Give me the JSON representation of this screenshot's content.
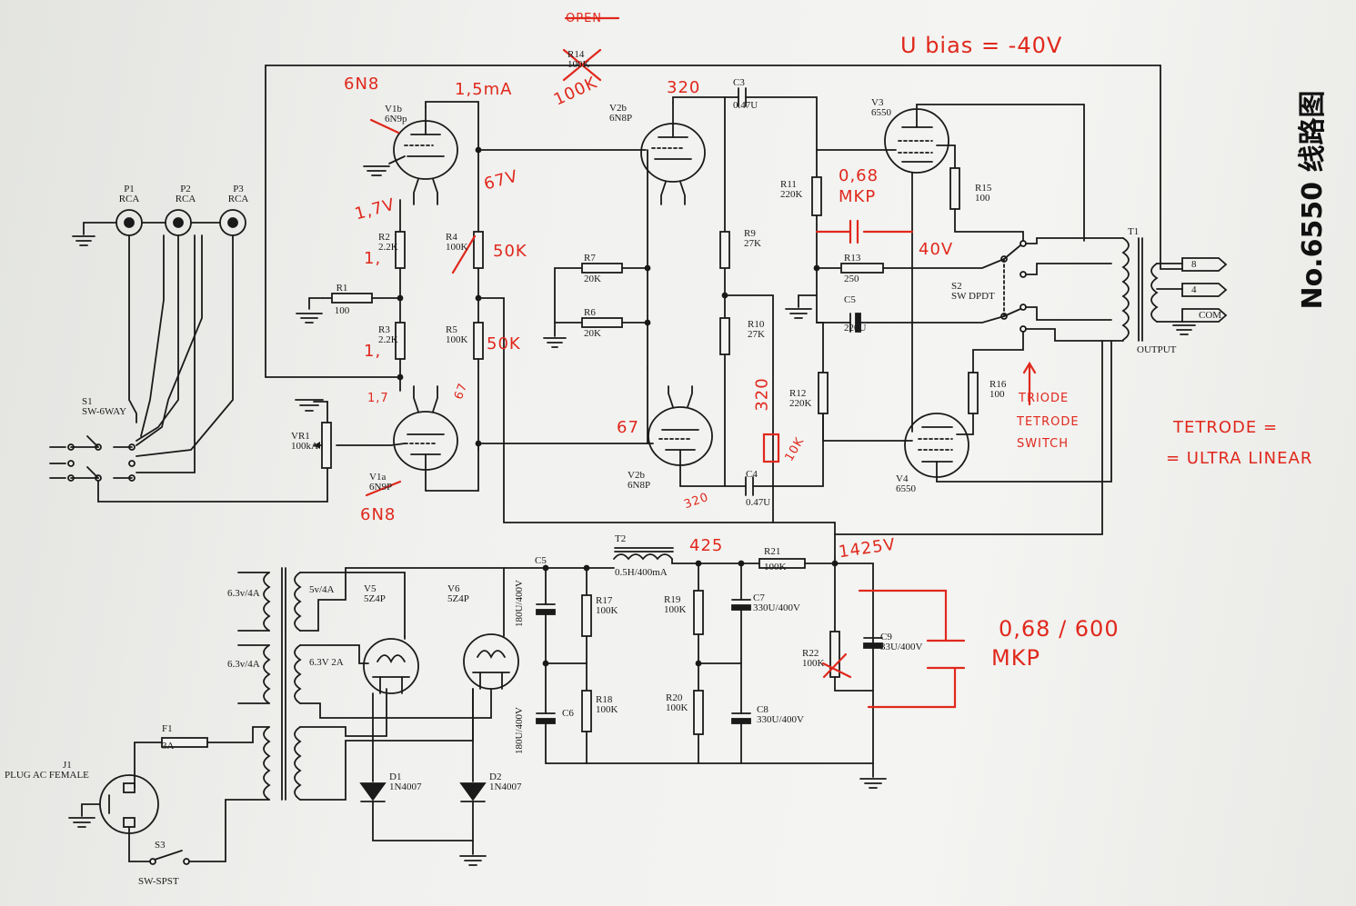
{
  "title": "No.6550 线路图",
  "components": {
    "P1": [
      "P1",
      "RCA"
    ],
    "P2": [
      "P2",
      "RCA"
    ],
    "P3": [
      "P3",
      "RCA"
    ],
    "S1": [
      "S1",
      "SW-6WAY"
    ],
    "VR1": [
      "VR1",
      "100kA"
    ],
    "R1": [
      "R1",
      "100"
    ],
    "R2": [
      "R2",
      "2.2K"
    ],
    "R3": [
      "R3",
      "2.2K"
    ],
    "R4": [
      "R4",
      "100K"
    ],
    "R5": [
      "R5",
      "100K"
    ],
    "R7": [
      "R7",
      "20K"
    ],
    "R6": [
      "R6",
      "20K"
    ],
    "R9": [
      "R9",
      "27K"
    ],
    "R10": [
      "R10",
      "27K"
    ],
    "R11": [
      "R11",
      "220K"
    ],
    "R12": [
      "R12",
      "220K"
    ],
    "R13": [
      "R13",
      "250"
    ],
    "R14": [
      "R14",
      "100K"
    ],
    "R15": [
      "R15",
      "100"
    ],
    "R16": [
      "R16",
      "100"
    ],
    "R17": [
      "R17",
      "100K"
    ],
    "R18": [
      "R18",
      "100K"
    ],
    "R19": [
      "R19",
      "100K"
    ],
    "R20": [
      "R20",
      "100K"
    ],
    "R21": [
      "R21",
      "100K"
    ],
    "R22": [
      "R22",
      "100K"
    ],
    "C3": [
      "C3",
      "0.47U"
    ],
    "C4": [
      "C4",
      "0.47U"
    ],
    "C5a": [
      "C5",
      "220U"
    ],
    "C5b": [
      "C5",
      "180U/400V"
    ],
    "C6": [
      "C6",
      "180U/400V"
    ],
    "C7": [
      "C7",
      "330U/400V"
    ],
    "C8": [
      "C8",
      "330U/400V"
    ],
    "C9": [
      "C9",
      "33U/400V"
    ],
    "V1b": [
      "V1b",
      "6N9p"
    ],
    "V1a": [
      "V1a",
      "6N9P"
    ],
    "V2b_top": [
      "V2b",
      "6N8P"
    ],
    "V2b_bot": [
      "V2b",
      "6N8P"
    ],
    "V3": [
      "V3",
      "6550"
    ],
    "V4": [
      "V4",
      "6550"
    ],
    "V5": [
      "V5",
      "5Z4P"
    ],
    "V6": [
      "V6",
      "5Z4P"
    ],
    "T1": [
      "T1",
      "OUTPUT"
    ],
    "T2": [
      "T2",
      "0.5H/400mA"
    ],
    "S2": [
      "S2",
      "SW DPDT"
    ],
    "D1": [
      "D1",
      "1N4007"
    ],
    "D2": [
      "D2",
      "1N4007"
    ],
    "F1": [
      "F1",
      "3A"
    ],
    "J1": [
      "J1",
      "PLUG AC FEMALE"
    ],
    "S3": [
      "S3",
      "SW-SPST"
    ],
    "taps": [
      "8",
      "4",
      "COM"
    ],
    "ptx": [
      "6.3v/4A",
      "6.3v/4A",
      "5v/4A",
      "6.3V 2A"
    ]
  },
  "annotations": {
    "ubias": "U bias = -40V",
    "n6n8_top": "6N8",
    "n6n8_bot": "6N8",
    "i15": "1,5mA",
    "k100": "100K",
    "v320top": "320",
    "v67a": "67V",
    "v17a": "1,7V",
    "k50a": "50K",
    "k50b": "50K",
    "one1": "1,",
    "one2": "1,",
    "v17b": "1,7",
    "v67b": "67",
    "v67c": "67",
    "v320mid": "320",
    "k10": "10K",
    "v320bot": "320",
    "mkp068": "0,68",
    "mkp": "MKP",
    "v40": "40V",
    "triode": "TRIODE",
    "tetrode": "TETRODE",
    "switch": "SWITCH",
    "tetrode_eq": "TETRODE =",
    "ultra": "= ULTRA LINEAR",
    "v425": "425",
    "v1425": "1425V",
    "cap_big": "0,68 / 600",
    "mkp_big": "MKP",
    "open": "OPEN"
  },
  "colors": {
    "ink": "#1a1a1a",
    "pen": "#e0281c"
  }
}
